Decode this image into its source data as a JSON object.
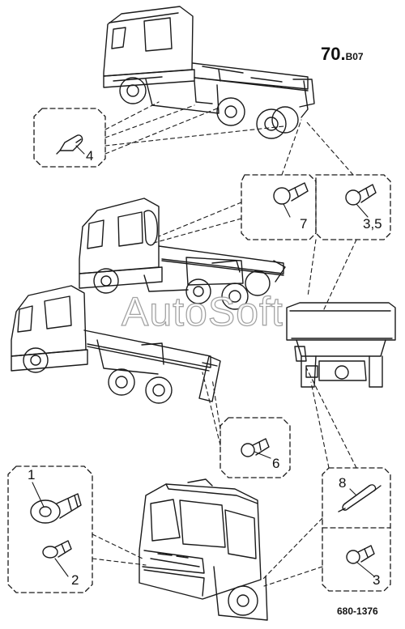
{
  "header": {
    "page_number": "70.",
    "page_suffix": "B07"
  },
  "callouts": {
    "item_1": "1",
    "item_2": "2",
    "item_3": "3",
    "item_3_5": "3,5",
    "item_4": "4",
    "item_6": "6",
    "item_7": "7",
    "item_8": "8"
  },
  "watermark": "AutoSoft",
  "footer": {
    "drawing_number": "680-1376"
  },
  "icons": {
    "bulb": "bulb-icon",
    "festoon": "festoon-bulb-icon",
    "lamp_holder": "lamp-socket-icon"
  }
}
